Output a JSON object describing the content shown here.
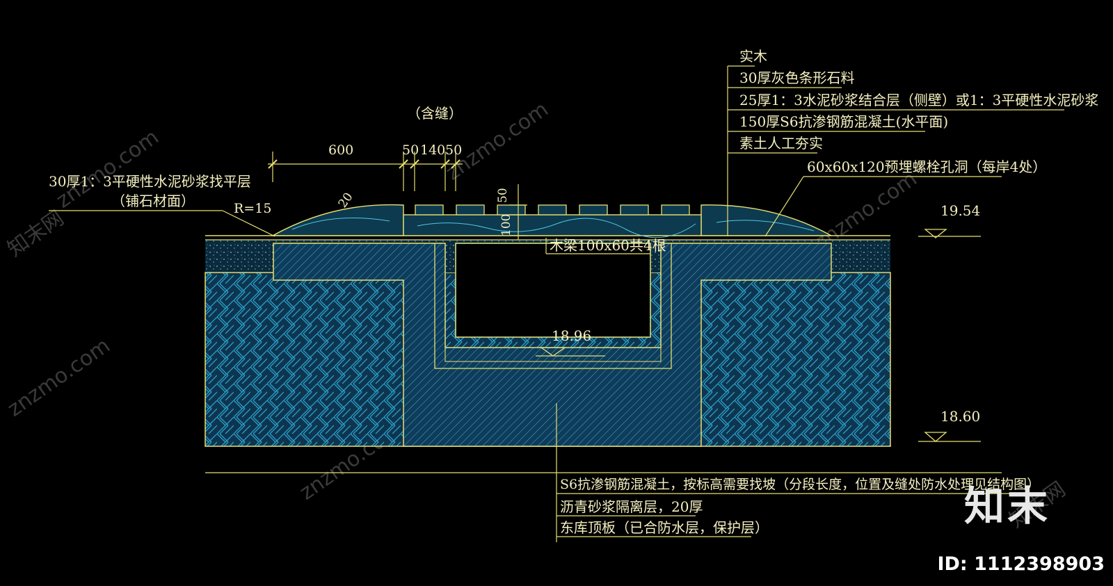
{
  "drawing": {
    "top_material_labels": [
      "实木",
      "30厚灰色条形石料",
      "25厚1：3水泥砂浆结合层（侧壁）或1：3平硬性水泥砂浆",
      "150厚S6抗渗钢筋混凝土(水平面)",
      "素土人工夯实"
    ],
    "bolt_hole_label": "60x60x120预埋螺栓孔洞（每岸4处）",
    "left_labels": [
      "30厚1：3平硬性水泥砂浆找平层",
      "（铺石材面）"
    ],
    "radius_label": "R=15",
    "slope_dim": "20",
    "seam_label": "（含缝）",
    "dims_horizontal": [
      "600",
      "50",
      "140",
      "50"
    ],
    "dims_vertical": [
      "50",
      "100"
    ],
    "beam_label": "木梁100x60共4根",
    "elevations": [
      "19.54",
      "18.96",
      "18.60"
    ],
    "bottom_labels": [
      "S6抗渗钢筋混凝土，按标高需要找坡（分段长度，位置及缝处防水处理见结构图）",
      "沥青砂浆隔离层，20厚",
      "东库顶板（已合防水层，保护层）"
    ]
  },
  "watermark": {
    "site": "znzmo.com",
    "site_cn": "知末网",
    "brand": "知末",
    "id": "ID: 1112398903"
  },
  "colors": {
    "line_yellow": "#e8e070",
    "concrete_blue": "#1a5a7a",
    "hatch_cyan": "#2aa8d0",
    "text": "#f5f0c0",
    "background": "#000000"
  }
}
